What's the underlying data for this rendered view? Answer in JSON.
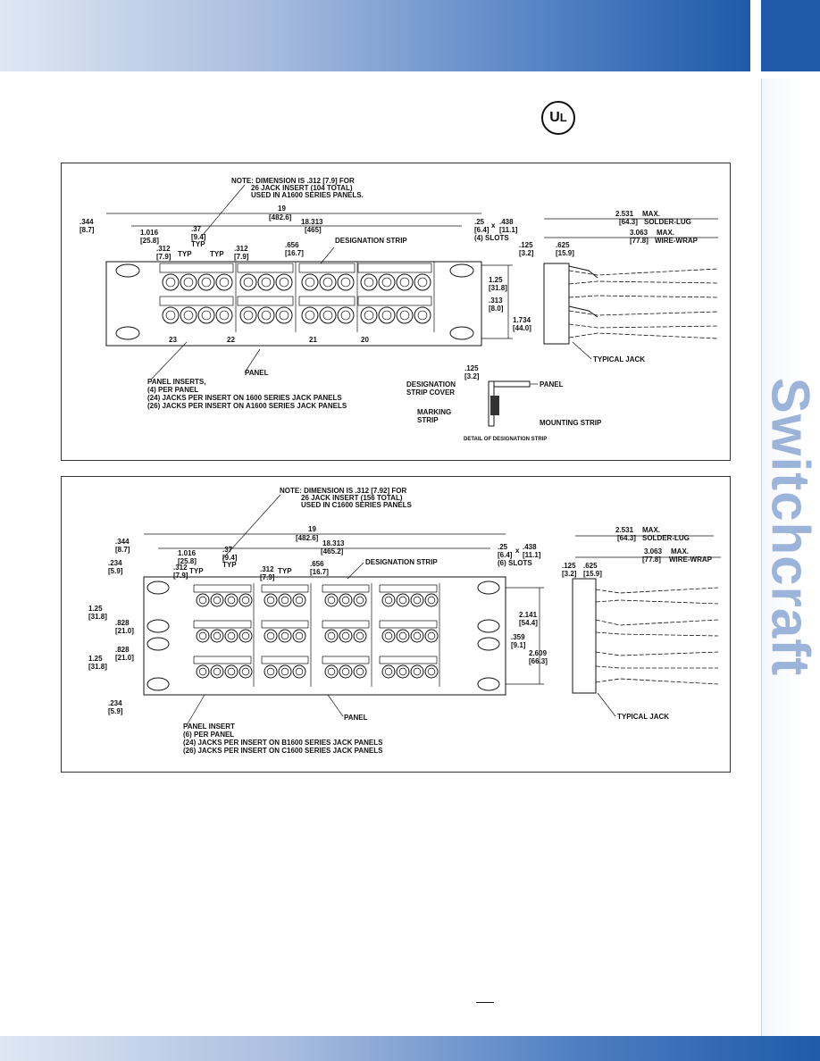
{
  "brand": {
    "name": "Switchcraft",
    "color": "#1f5aa8"
  },
  "cert": {
    "mark_letters": "UL",
    "icon": "ul-listed-mark"
  },
  "figure1": {
    "note_line1": "NOTE: DIMENSION IS .312 [7.9] FOR",
    "note_line2": "26 JACK INSERT (104 TOTAL)",
    "note_line3": "USED IN A1600 SERIES PANELS.",
    "dim_344": ".344",
    "dim_344_mm": "[8.7]",
    "dim_19": "19",
    "dim_19_mm": "[482.6]",
    "dim_18313": "18.313",
    "dim_18313_mm": "[465]",
    "dim_1016": "1.016",
    "dim_1016_mm": "[25.8]",
    "dim_37": ".37",
    "dim_37_mm": "[9.4]",
    "typ": "TYP",
    "dim_312": ".312",
    "dim_312_mm": "[7.9]",
    "dim_656": ".656",
    "dim_656_mm": "[16.7]",
    "designation_strip": "DESIGNATION STRIP",
    "slot_w": ".25",
    "slot_w_mm": "[6.4]",
    "slot_x": "x",
    "slot_l": ".438",
    "slot_l_mm": "[11.1]",
    "slots": "(4) SLOTS",
    "dim_125": ".125",
    "dim_125_mm": "[3.2]",
    "dim_125b": "1.25",
    "dim_125b_mm": "[31.8]",
    "dim_313": ".313",
    "dim_313_mm": "[8.0]",
    "dim_1734": "1.734",
    "dim_1734_mm": "[44.0]",
    "dim_2531": "2.531",
    "max": "MAX.",
    "dim_2531_mm": "[64.3]",
    "solder_lug": "SOLDER-LUG",
    "dim_3063": "3.063",
    "dim_3063_mm": "[77.8]",
    "wire_wrap": "WIRE-WRAP",
    "dim_625": ".625",
    "dim_625_mm": "[15.9]",
    "typical_jack": "TYPICAL JACK",
    "panel": "PANEL",
    "inserts_1": "PANEL INSERTS,",
    "inserts_2": "(4) PER PANEL",
    "inserts_3": "(24) JACKS PER INSERT ON 1600 SERIES JACK PANELS",
    "inserts_4": "(26) JACKS PER INSERT ON A1600 SERIES JACK PANELS",
    "detail_cover_1": "DESIGNATION",
    "detail_cover_2": "STRIP COVER",
    "detail_panel": "PANEL",
    "detail_marking_1": "MARKING",
    "detail_marking_2": "STRIP",
    "detail_mounting": "MOUNTING STRIP",
    "detail_title": "DETAIL OF DESIGNATION STRIP",
    "insert_nums": [
      "23",
      "22",
      "21",
      "20"
    ]
  },
  "figure2": {
    "note_line1": "NOTE: DIMENSION IS .312 [7.92] FOR",
    "note_line2": "26 JACK INSERT (156 TOTAL)",
    "note_line3": "USED IN C1600 SERIES PANELS",
    "dim_19": "19",
    "dim_19_mm": "[482.6]",
    "dim_18313": "18.313",
    "dim_18313_mm": "[465.2]",
    "dim_344": ".344",
    "dim_344_mm": "[8.7]",
    "dim_234": ".234",
    "dim_234_mm": "[5.9]",
    "dim_1016": "1.016",
    "dim_1016_mm": "[25.8]",
    "dim_37": ".37",
    "dim_37_mm": "[9.4]",
    "typ": "TYP",
    "dim_312": ".312",
    "dim_312_mm": "[7.9]",
    "dim_656": ".656",
    "dim_656_mm": "[16.7]",
    "designation_strip": "DESIGNATION STRIP",
    "slot_w": ".25",
    "slot_w_mm": "[6.4]",
    "slot_x": "x",
    "slot_l": ".438",
    "slot_l_mm": "[11.1]",
    "slots": "(6) SLOTS",
    "dim_125": ".125",
    "dim_125_mm": "[3.2]",
    "dim_125b": "1.25",
    "dim_125b_mm": "[31.8]",
    "dim_828": ".828",
    "dim_828_mm": "[21.0]",
    "dim_359": ".359",
    "dim_359_mm": "[9.1]",
    "dim_2141": "2.141",
    "dim_2141_mm": "[54.4]",
    "dim_2609": "2.609",
    "dim_2609_mm": "[66.3]",
    "dim_2531": "2.531",
    "max": "MAX.",
    "dim_2531_mm": "[64.3]",
    "solder_lug": "SOLDER-LUG",
    "dim_3063": "3.063",
    "dim_3063_mm": "[77.8]",
    "wire_wrap": "WIRE-WRAP",
    "dim_625": ".625",
    "dim_625_mm": "[15.9]",
    "typical_jack": "TYPICAL JACK",
    "panel": "PANEL",
    "inserts_1": "PANEL INSERT",
    "inserts_2": "(6) PER PANEL",
    "inserts_3": "(24) JACKS PER INSERT ON B1600 SERIES JACK PANELS",
    "inserts_4": "(26) JACKS PER INSERT ON C1600 SERIES JACK PANELS"
  }
}
